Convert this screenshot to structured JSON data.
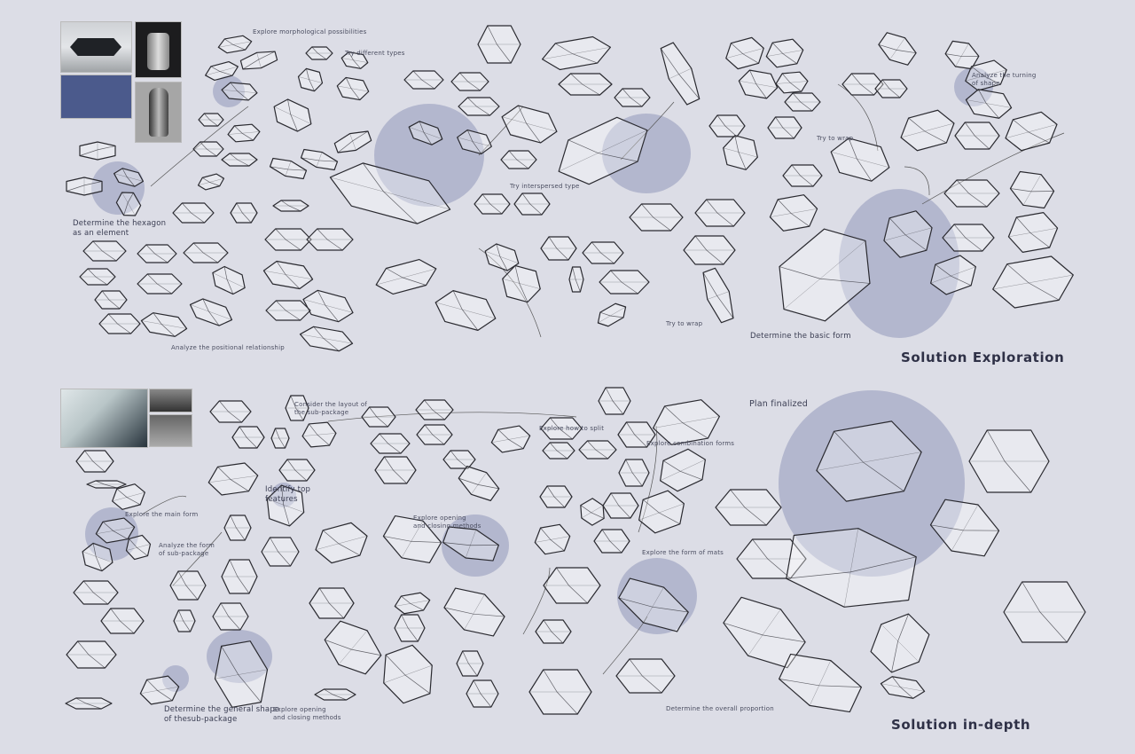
{
  "sections": {
    "exploration": {
      "title": "Solution Exploration",
      "labels": {
        "morph": "Explore morphological possibilities",
        "types": "Try different types",
        "interspersed": "Try interspersed type",
        "hexagon_1": "Determine the hexagon",
        "hexagon_2": "as an element",
        "positional": "Analyze the positional relationship",
        "wrap_1": "Try to wrap",
        "turning_1": "Analyze the turning",
        "turning_2": "of shape",
        "wrap_2": "Try to wrap",
        "basic_form": "Determine the basic form"
      }
    },
    "indepth": {
      "title": "Solution in-depth",
      "labels": {
        "layout_1": "Consider the layout of",
        "layout_2": "the sub-package",
        "split": "Explore how to split",
        "combination": "Explore combination forms",
        "plan": "Plan finalized",
        "top_1": "Identify top",
        "top_2": "features",
        "main_form": "Explore the main form",
        "opening_a1": "Explore opening",
        "opening_a2": "and closing methods",
        "subform_1": "Analyze the form",
        "subform_2": "of sub-package",
        "mats": "Explore the form of mats",
        "general_1": "Determine the general shape",
        "general_2": "of thesub-package",
        "opening_b1": "Explore opening",
        "opening_b2": "and closing methods",
        "proportion": "Determine the overall proportion"
      }
    }
  },
  "colors": {
    "background": "#dcdde6",
    "highlight": "#a6aac6",
    "ink": "#2a2a30"
  }
}
